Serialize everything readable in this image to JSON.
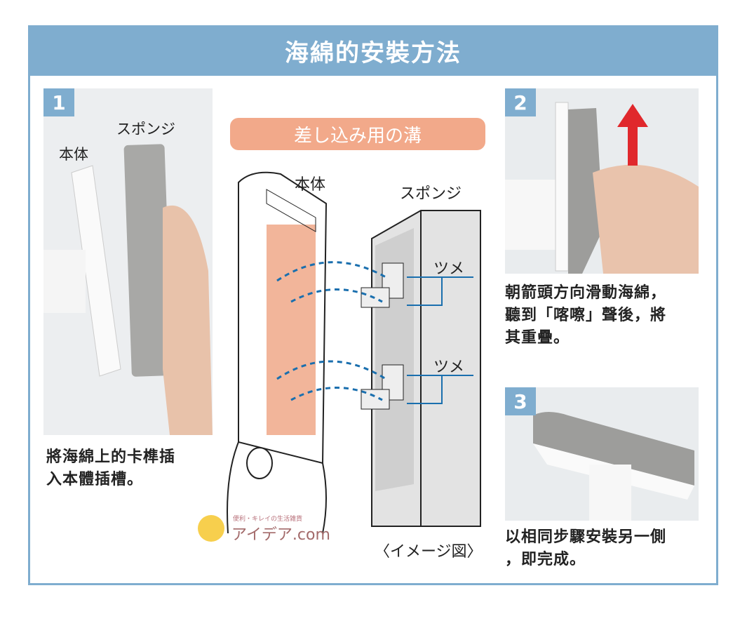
{
  "title": "海綿的安裝方法",
  "step1": {
    "number": "1",
    "label_body": "本体",
    "label_sponge": "スポンジ",
    "caption_lines": [
      "將海綿上的卡榫插",
      "入本體插槽。"
    ]
  },
  "diagram": {
    "groove_label": "差し込み用の溝",
    "label_body": "本体",
    "label_sponge": "スポンジ",
    "claw_labels": [
      "ツメ",
      "ツメ"
    ],
    "footnote": "〈イメージ図〉"
  },
  "logo": {
    "tagline": "便利・キレイの生活雑貨",
    "name": "アイデア.com"
  },
  "step2": {
    "number": "2",
    "caption_lines": [
      "朝箭頭方向滑動海綿，",
      "聽到「喀嚓」聲後，將",
      "其重疊。"
    ]
  },
  "step3": {
    "number": "3",
    "caption_lines": [
      "以相同步驟安裝另一側",
      "，即完成。"
    ]
  },
  "colors": {
    "accent": "#7fadcf",
    "groove": "#f2a98a",
    "arrow": "#e0282c",
    "dash": "#1a6fae"
  }
}
